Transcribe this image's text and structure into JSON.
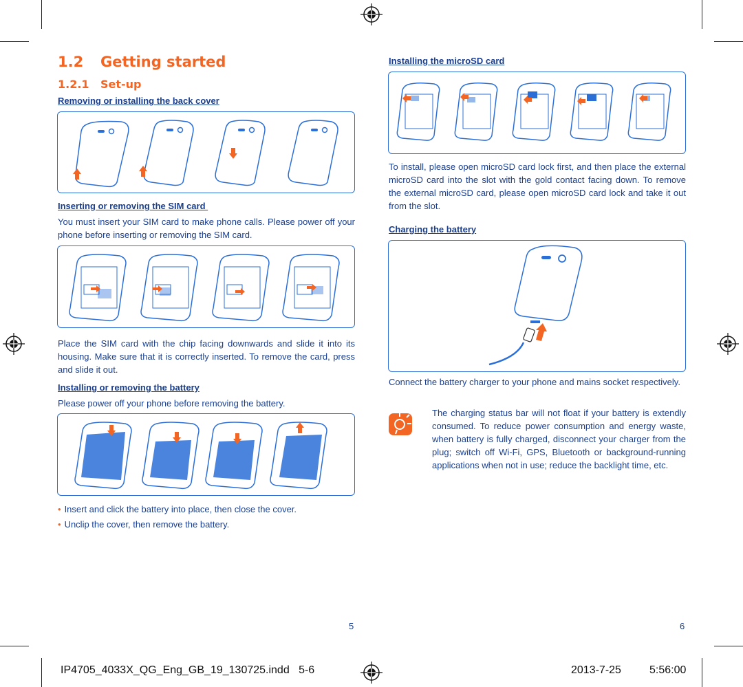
{
  "section": {
    "number": "1.2",
    "title": "Getting started"
  },
  "subsection": {
    "number": "1.2.1",
    "title": "Set-up"
  },
  "left": {
    "back_cover": {
      "heading": "Removing or installing the back cover"
    },
    "sim": {
      "heading": "Inserting or removing the SIM card ",
      "intro": "You must insert your SIM card to make phone calls. Please power off your phone before inserting or removing the SIM card.",
      "after": "Place the SIM card with the chip facing downwards and slide it into its housing. Make sure that it is correctly inserted. To remove the card, press and slide it out."
    },
    "battery": {
      "heading": "Installing or removing the battery",
      "intro": "Please power off your phone before removing the battery.",
      "bullets": [
        "Insert and click the battery into place, then close the cover.",
        "Unclip the cover, then remove the battery."
      ]
    },
    "page_number": "5"
  },
  "right": {
    "microsd": {
      "heading": "Installing the microSD card",
      "text": "To install, please open microSD card lock first, and then place the external microSD card into the slot with the gold contact facing down. To remove the external microSD card, please open microSD card lock and take it out from the slot."
    },
    "charging": {
      "heading": "Charging the battery",
      "text": "Connect the battery charger to your phone and mains socket respectively.",
      "tip": "The charging status bar will not float if your battery is extendly consumed. To reduce power consumption and energy waste, when battery is fully charged, disconnect your charger from the plug; switch off Wi-Fi, GPS, Bluetooth or background-running applications when not in use; reduce the backlight time, etc."
    },
    "page_number": "6"
  },
  "footer": {
    "file": "IP4705_4033X_QG_Eng_GB_19_130725.indd   5-6",
    "date": "2013-7-25",
    "time": "5:56:00"
  },
  "colors": {
    "accent": "#f26522",
    "text": "#1a3f8f",
    "line": "#2b6fd6"
  },
  "icons": [
    "registration-mark-icon",
    "tip-bulb-icon",
    "arrow-up-icon",
    "arrow-down-icon"
  ]
}
